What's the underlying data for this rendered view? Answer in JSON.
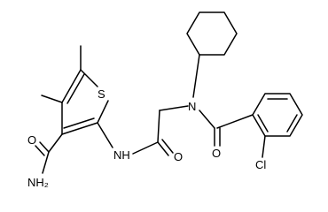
{
  "atoms": {
    "sulfur": "S",
    "amide_nh": "NH",
    "amine_n": "N",
    "carbonyl_o_amide": "O",
    "carbonyl_o_benzoyl": "O",
    "chlorine": "Cl",
    "primary_amide_o": "O",
    "primary_amide_nh2": "NH₂"
  },
  "colors": {
    "bond": "#000000",
    "label": "#000000",
    "background": "#ffffff"
  }
}
